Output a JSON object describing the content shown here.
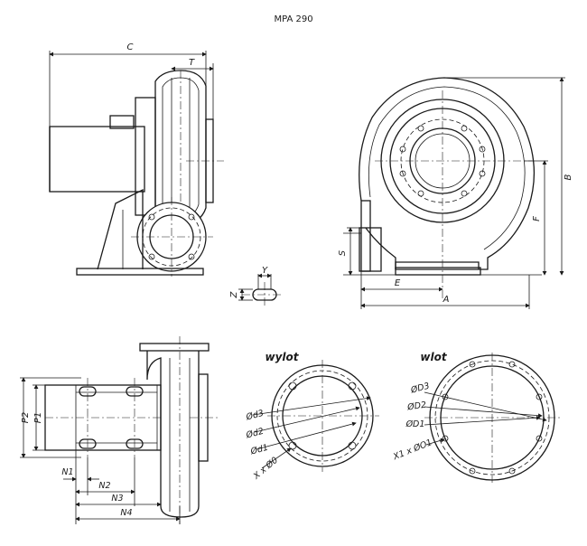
{
  "title": "MPA 290",
  "sections": {
    "outlet": "wylot",
    "inlet": "wlot"
  },
  "dims": {
    "C": "C",
    "T": "T",
    "B": "B",
    "F": "F",
    "S": "S",
    "E": "E",
    "A": "A",
    "Y": "Y",
    "Z": "Z",
    "P1": "P1",
    "P2": "P2",
    "N1": "N1",
    "N2": "N2",
    "N3": "N3",
    "N4": "N4"
  },
  "outlet_labels": [
    "Ød3",
    "Ød2",
    "Ød1",
    "X x Ø0"
  ],
  "inlet_labels": [
    "ØD3",
    "ØD2",
    "ØD1",
    "X1 x ØO1"
  ]
}
